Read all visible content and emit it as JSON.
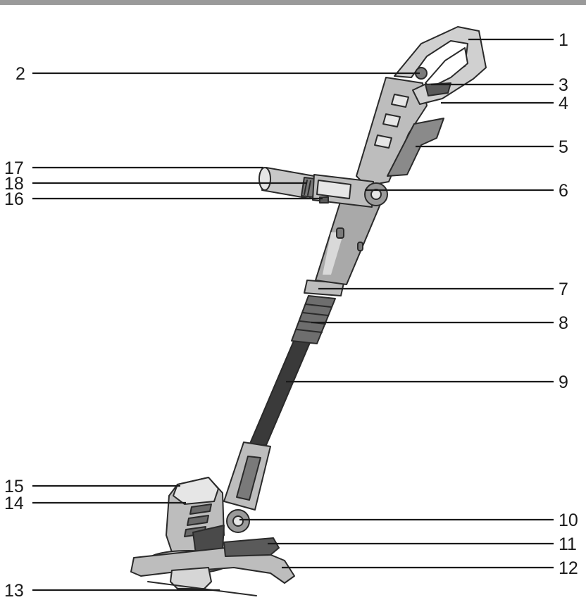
{
  "diagram": {
    "colors": {
      "top_rule": "#9a9a9a",
      "outline": "#2a2a2a",
      "fill_light": "#e6e6e6",
      "fill_mid": "#bdbdbd",
      "fill_dark": "#7a7a7a",
      "fill_black": "#3a3a3a",
      "leader": "#1a1a1a"
    },
    "callouts": [
      {
        "label": "1"
      },
      {
        "label": "2"
      },
      {
        "label": "3"
      },
      {
        "label": "4"
      },
      {
        "label": "5"
      },
      {
        "label": "6"
      },
      {
        "label": "7"
      },
      {
        "label": "8"
      },
      {
        "label": "9"
      },
      {
        "label": "10"
      },
      {
        "label": "11"
      },
      {
        "label": "12"
      },
      {
        "label": "13"
      },
      {
        "label": "14"
      },
      {
        "label": "15"
      },
      {
        "label": "16"
      },
      {
        "label": "17"
      },
      {
        "label": "18"
      }
    ]
  }
}
